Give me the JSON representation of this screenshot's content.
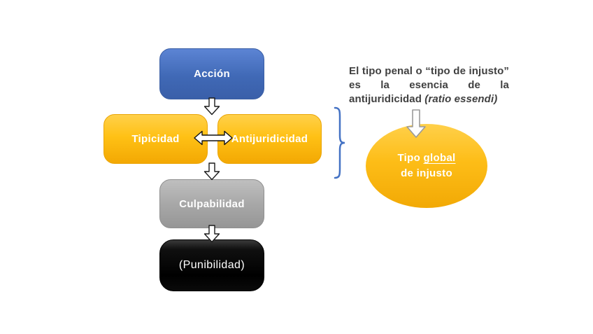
{
  "diagram": {
    "nodes": [
      {
        "id": "accion",
        "label": "Acción",
        "color": "#3E68B2"
      },
      {
        "id": "tipicidad",
        "label": "Tipicidad",
        "color": "#FFC000"
      },
      {
        "id": "antijuridicidad",
        "label": "Antijuridicidad",
        "color": "#FFC000"
      },
      {
        "id": "culpabilidad",
        "label": "Culpabilidad",
        "color": "#A6A6A6"
      },
      {
        "id": "punibilidad",
        "label": "(Punibilidad)",
        "color": "#0D0D0D"
      }
    ],
    "connectors": [
      {
        "from": "accion",
        "to": "tipicidad/antijuridicidad",
        "type": "down-arrow"
      },
      {
        "from": "tipicidad",
        "to": "antijuridicidad",
        "type": "double-arrow"
      },
      {
        "from": "tipicidad/antijuridicidad",
        "to": "culpabilidad",
        "type": "down-arrow"
      },
      {
        "from": "culpabilidad",
        "to": "punibilidad",
        "type": "down-arrow"
      }
    ],
    "brace_color": "#4472C4"
  },
  "annotation": {
    "line1": "El tipo penal o “tipo de injusto”",
    "line2": "es la esencia de la",
    "line3_normal": "antijuridicidad ",
    "line3_italic": "(ratio essendi)",
    "text_color": "#404040"
  },
  "ellipse": {
    "prefix": "Tipo ",
    "underlined": "global",
    "line2": "de injusto",
    "color": "#FFC000"
  }
}
